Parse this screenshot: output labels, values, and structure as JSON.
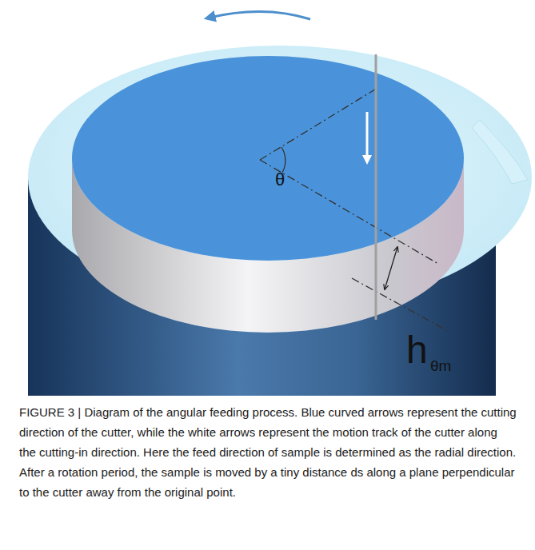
{
  "diagram": {
    "caption": "FIGURE 3 | Diagram of the angular feeding process. Blue curved arrows represent the cutting direction of the cutter, while the white arrows represent the motion track of the cutter along the cutting-in direction. Here the feed direction of sample is determined as the radial direction. After a rotation period, the sample is moved by a tiny distance ds along a plane perpendicular to the cutter away from the original point.",
    "labels": [
      "θ",
      "h",
      "θm"
    ]
  }
}
